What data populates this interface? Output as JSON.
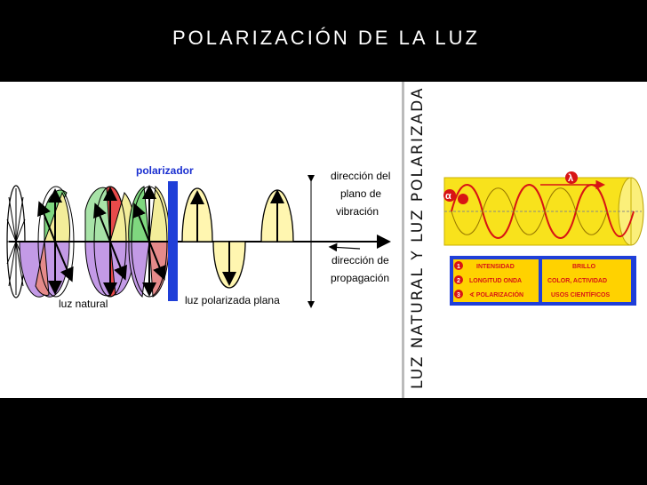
{
  "slide": {
    "title": "POLARIZACIÓN DE LA LUZ",
    "side_title": "LUZ NATURAL Y LUZ POLARIZADA"
  },
  "left_diagram": {
    "polarizer_label": "polarizador",
    "natural_label": "luz natural",
    "polarized_label": "luz polarizada plana",
    "vibration_label": [
      "dirección del",
      "plano de",
      "vibración"
    ],
    "propagation_label": [
      "dirección de",
      "propagación"
    ]
  },
  "right_diagram": {
    "symbols": [
      "α",
      "λ"
    ],
    "legend": {
      "numbers": [
        "1",
        "2",
        "3"
      ],
      "left_items": [
        "INTENSIDAD",
        "LONGITUD ONDA",
        "∢ POLARIZACIÓN"
      ],
      "right_items": [
        "BRILLO",
        "COLOR, ACTIVIDAD",
        "USOS CIENTÍFICOS"
      ]
    }
  },
  "colors": {
    "background": "#000000",
    "panel": "#ffffff",
    "polarizer": "#1f3fd8",
    "label_blue": "#1a2fd0",
    "ellipse_yellow": "#fff6b0",
    "legend_red": "#d81414",
    "legend_yellow": "#ffd200"
  }
}
